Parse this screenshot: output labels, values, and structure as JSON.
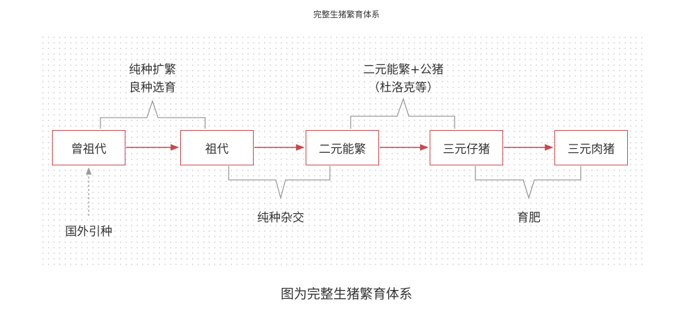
{
  "title": "完整生猪繁育体系",
  "nodes": {
    "great_grandparent": "曾祖代",
    "grandparent": "祖代",
    "two_way_sow": "二元能繁",
    "three_way_piglet": "三元仔猪",
    "three_way_hog": "三元肉猪"
  },
  "labels": {
    "purebred_line1": "纯种扩繁",
    "purebred_line2": "良种选育",
    "sow_boar_line1": "二元能繁+公猪",
    "sow_boar_line2": "（杜洛克等）",
    "crossbreeding": "纯种杂交",
    "fattening": "育肥",
    "import": "国外引种"
  },
  "caption": "图为完整生猪繁育体系",
  "colors": {
    "accent": "#c9474b",
    "bracket": "#9a9a9a",
    "import_arrow": "#9a9a9a"
  }
}
